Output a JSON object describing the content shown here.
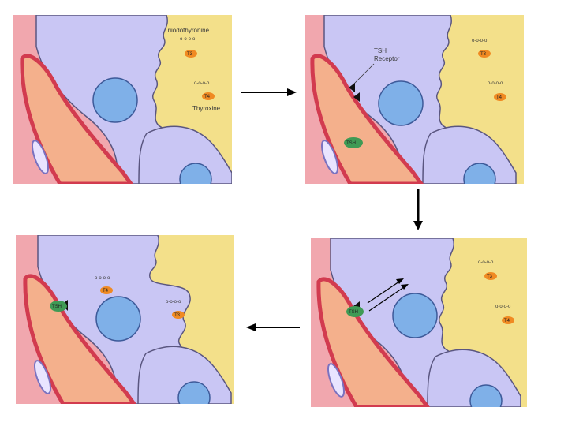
{
  "colors": {
    "background": "#ffffff",
    "colloid": "#f3e08a",
    "cell": "#c9c6f4",
    "cell_outline": "#5a5680",
    "nucleus": "#7fb0e8",
    "blood": "#f1a7ae",
    "vessel_wall": "#d23b4f",
    "rbc": "#f4b08c",
    "t3_badge": "#f08a22",
    "tsh_badge": "#3f9a55",
    "arrow": "#000000"
  },
  "panels": {
    "top_left": {
      "label_t3_name": "Triiodothyronine",
      "label_t4_name": "Thyroxine",
      "badge_t3": "T3",
      "badge_t4": "T4",
      "molecule_t3": "o-o-o-o",
      "molecule_t4": "o-o-o-o"
    },
    "top_right": {
      "label_receptor_line1": "TSH",
      "label_receptor_line2": "Receptor",
      "badge_t3": "T3",
      "badge_t4": "T4",
      "badge_tsh": "TSH",
      "molecule_t3": "o-o-o-o",
      "molecule_t4": "o-o-o-o"
    },
    "bottom_right": {
      "badge_t3": "T3",
      "badge_t4": "T4",
      "badge_tsh": "TSH",
      "molecule_t3": "o-o-o-o",
      "molecule_t4": "o-o-o-o"
    },
    "bottom_left": {
      "badge_t4": "T4",
      "badge_t3": "T3",
      "badge_tsh": "TSH",
      "molecule_t3": "o-o-o-o",
      "molecule_t4": "o-o-o-o"
    }
  },
  "flow_arrows": [
    "right",
    "down",
    "left"
  ]
}
